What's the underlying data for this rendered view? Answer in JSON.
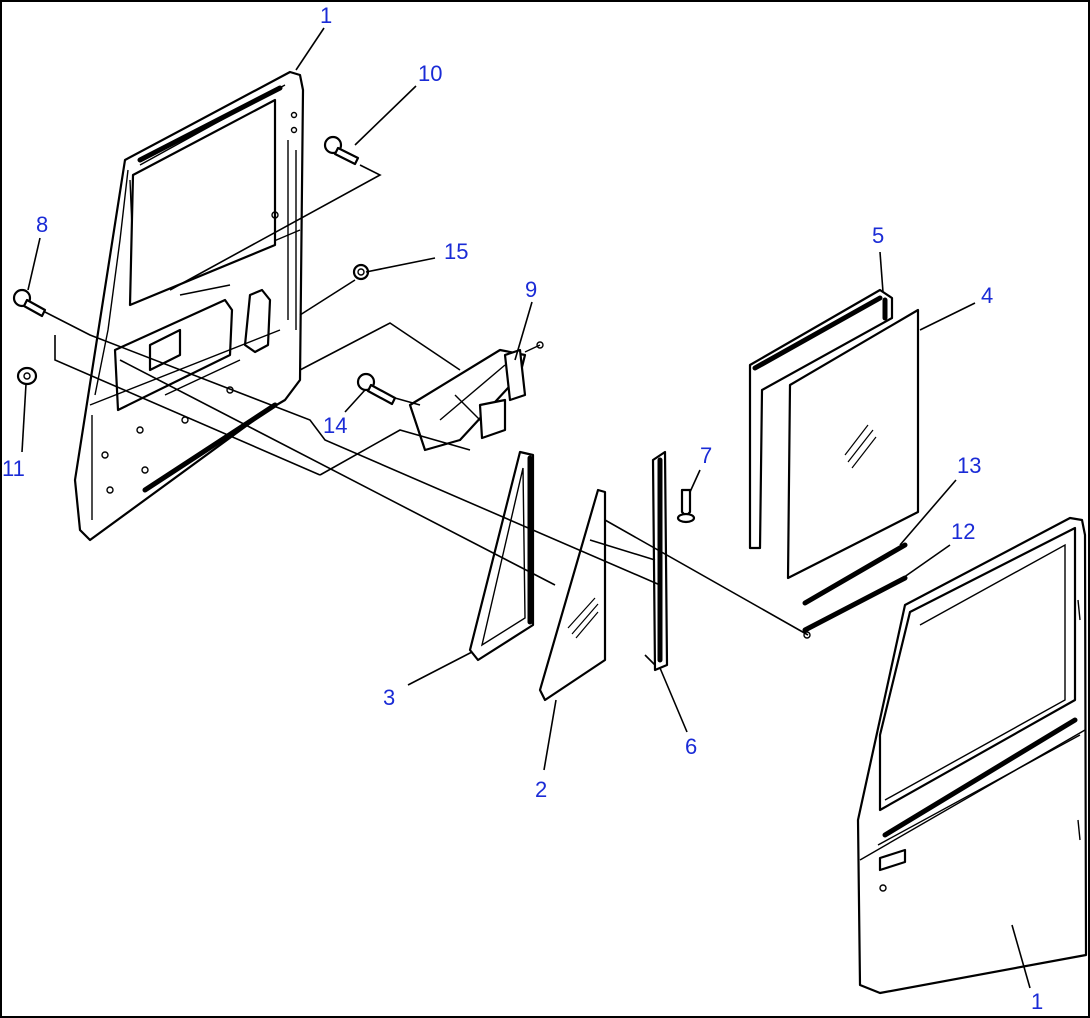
{
  "callouts": [
    {
      "id": "c1a",
      "text": "1"
    },
    {
      "id": "c1b",
      "text": "1"
    },
    {
      "id": "c2",
      "text": "2"
    },
    {
      "id": "c3",
      "text": "3"
    },
    {
      "id": "c4",
      "text": "4"
    },
    {
      "id": "c5",
      "text": "5"
    },
    {
      "id": "c6",
      "text": "6"
    },
    {
      "id": "c7",
      "text": "7"
    },
    {
      "id": "c8",
      "text": "8"
    },
    {
      "id": "c9",
      "text": "9"
    },
    {
      "id": "c10",
      "text": "10"
    },
    {
      "id": "c11",
      "text": "11"
    },
    {
      "id": "c12",
      "text": "12"
    },
    {
      "id": "c13",
      "text": "13"
    },
    {
      "id": "c14",
      "text": "14"
    },
    {
      "id": "c15",
      "text": "15"
    }
  ],
  "colors": {
    "callout": "#1a2bd6",
    "line": "#000000",
    "background": "#ffffff"
  }
}
